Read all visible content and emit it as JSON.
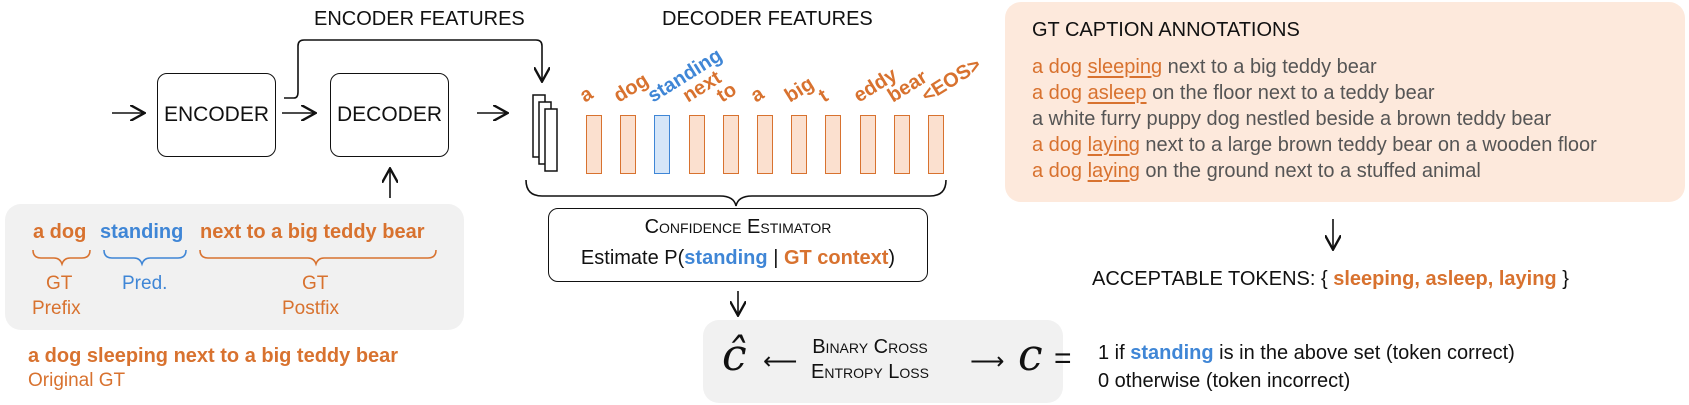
{
  "encoder_features_label": "ENCODER FEATURES",
  "decoder_features_label": "DECODER FEATURES",
  "encoder_label": "ENCODER",
  "decoder_label": "DECODER",
  "decoder_tokens": [
    {
      "text": "a",
      "color": "#d8722f"
    },
    {
      "text": "dog",
      "color": "#d8722f"
    },
    {
      "text": "standing",
      "color": "#3f86d6"
    },
    {
      "text": "next",
      "color": "#d8722f"
    },
    {
      "text": "to",
      "color": "#d8722f"
    },
    {
      "text": "a",
      "color": "#d8722f"
    },
    {
      "text": "big",
      "color": "#d8722f"
    },
    {
      "text": "t",
      "color": "#d8722f"
    },
    {
      "text": "eddy",
      "color": "#d8722f"
    },
    {
      "text": "bear",
      "color": "#d8722f"
    },
    {
      "text": "<EOS>",
      "color": "#d8722f"
    }
  ],
  "input_panel": {
    "prefix": "a dog",
    "pred": "standing",
    "postfix": "next to a big teddy bear",
    "prefix_label_1": "GT",
    "prefix_label_2": "Prefix",
    "pred_label": "Pred.",
    "postfix_label_1": "GT",
    "postfix_label_2": "Postfix"
  },
  "original_gt": {
    "text": "a dog sleeping next to a big teddy bear",
    "label": "Original GT"
  },
  "confidence": {
    "title": "Confidence Estimator",
    "estimate_prefix": "Estimate P(",
    "token": "standing",
    "separator": "|",
    "context": "GT context",
    "suffix": ")"
  },
  "loss": {
    "c_hat": "ĉ",
    "c": "c",
    "line1": "Binary Cross",
    "line2": "Entropy Loss",
    "eq": "=",
    "rule1_prefix": "1 if ",
    "rule1_token": "standing",
    "rule1_suffix": " is in the above set (token correct)",
    "rule2": "0 otherwise (token incorrect)"
  },
  "gt_captions": {
    "title": "GT CAPTION ANNOTATIONS",
    "lines": [
      {
        "prefix": "a dog ",
        "word": "sleeping",
        "rest": " next to a big teddy bear",
        "highlight": true
      },
      {
        "prefix": "a dog ",
        "word": "asleep",
        "rest": " on the floor next to a teddy bear",
        "highlight": true
      },
      {
        "prefix": "",
        "word": "",
        "rest": "a white furry puppy dog nestled beside a brown teddy bear",
        "highlight": false
      },
      {
        "prefix": "a dog ",
        "word": "laying",
        "rest": " next to a large brown teddy bear on a wooden floor",
        "highlight": true
      },
      {
        "prefix": "a dog ",
        "word": "laying",
        "rest": " on the ground next to a stuffed animal",
        "highlight": true
      }
    ]
  },
  "acceptable": {
    "label": "ACCEPTABLE TOKENS: {",
    "tokens": "sleeping, asleep, laying",
    "close": "}"
  },
  "colors": {
    "orange": "#d8722f",
    "blue": "#3f86d6",
    "orange_fill": "#fbe0cf",
    "blue_fill": "#d6e6f8",
    "panel_grey": "#f1f1f1",
    "panel_peach": "#fde9dc"
  }
}
